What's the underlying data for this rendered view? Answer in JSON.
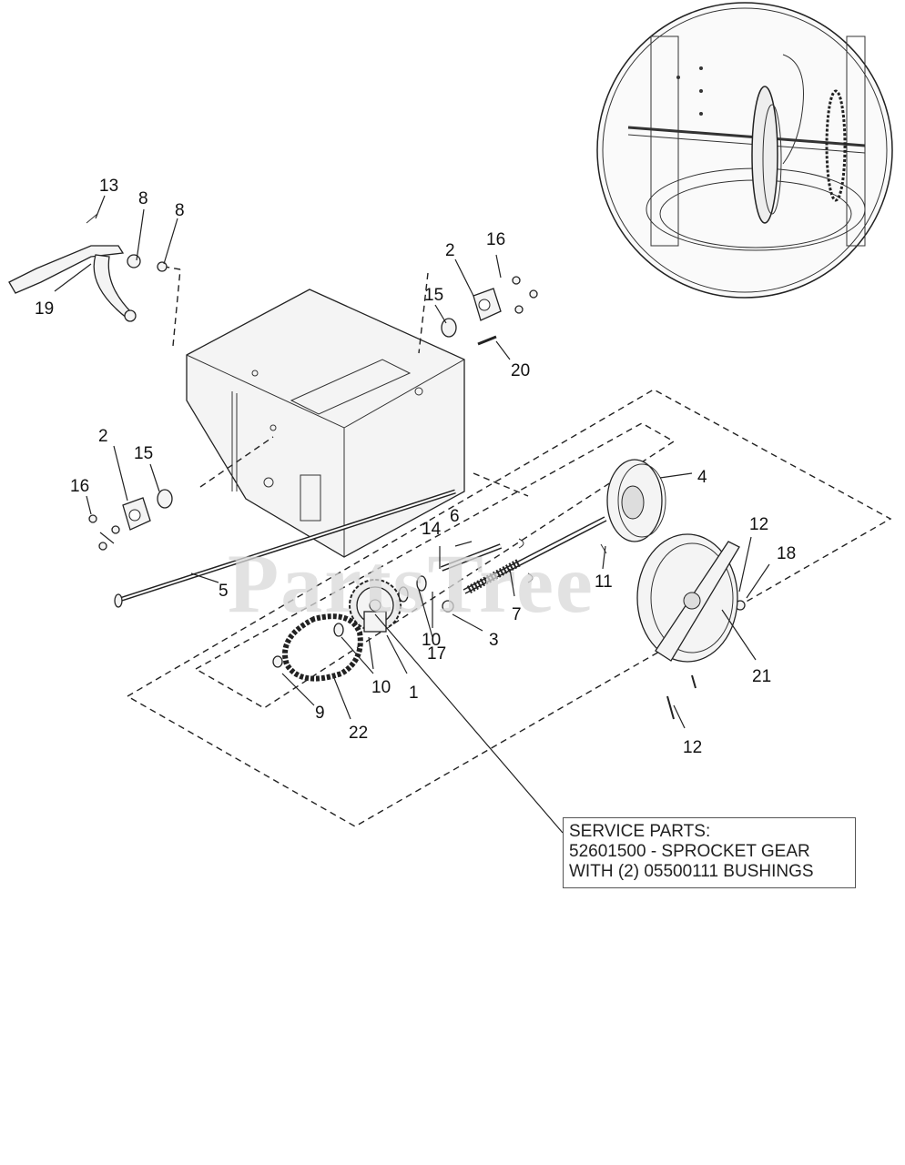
{
  "watermark": "PartsTree",
  "callouts": {
    "c1": "1",
    "c2a": "2",
    "c2b": "2",
    "c3": "3",
    "c4": "4",
    "c5": "5",
    "c6": "6",
    "c7": "7",
    "c8a": "8",
    "c8b": "8",
    "c9": "9",
    "c10a": "10",
    "c10b": "10",
    "c11": "11",
    "c12a": "12",
    "c12b": "12",
    "c13": "13",
    "c14": "14",
    "c15a": "15",
    "c15b": "15",
    "c16a": "16",
    "c16b": "16",
    "c17": "17",
    "c18": "18",
    "c19": "19",
    "c20": "20",
    "c21": "21",
    "c22": "22"
  },
  "service_note": {
    "line1": "SERVICE PARTS:",
    "line2": "52601500 - SPROCKET GEAR",
    "line3": "WITH (2) 05500111 BUSHINGS"
  }
}
